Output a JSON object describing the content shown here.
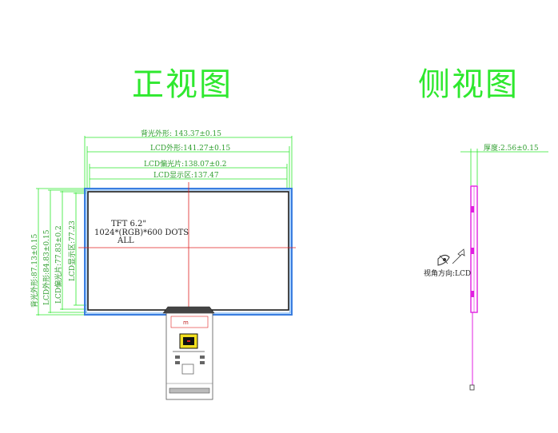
{
  "titles": {
    "front": "正视图",
    "side": "侧视图"
  },
  "front_dims": {
    "backlight_width": "背光外形: 143.37±0.15",
    "lcd_width": "LCD外形:141.27±0.15",
    "polarizer_width": "LCD偏光片:138.07±0.2",
    "active_width": "LCD显示区:137.47",
    "backlight_height": "背光外形:87.13±0.15",
    "lcd_height": "LCD外形:84.83±0.15",
    "polarizer_height": "LCD偏光片:77.83±0.2",
    "active_height": "LCD显示区:77.23"
  },
  "panel": {
    "line1": "TFT 6.2\"",
    "line2": "1024*(RGB)*600  DOTS",
    "line3": "ALL"
  },
  "side_dims": {
    "thickness": "厚度:2.56±0.15",
    "view_direction": "视角方向:LCD"
  },
  "colors": {
    "title": "#2ee82e",
    "dimension": "#2e9e2e",
    "outline_blue": "#3a7de0",
    "center_line": "#e02020",
    "side_view": "#e020e0"
  }
}
